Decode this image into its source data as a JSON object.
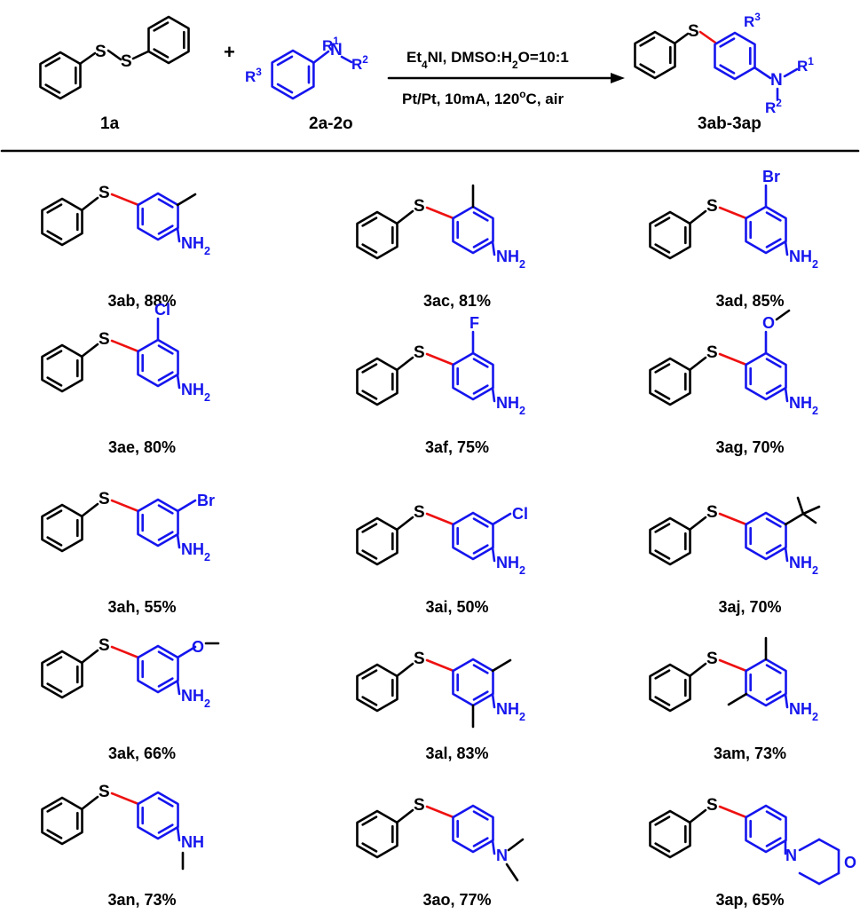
{
  "colors": {
    "black": "#000000",
    "blue": "#1515ee",
    "red": "#ee1111"
  },
  "header": {
    "reagent1_label": "1a",
    "reagent2_label": "2a-2o",
    "product_label": "3ab-3ap",
    "plus": "+",
    "r1": "R",
    "r1_sup": "1",
    "r2": "R",
    "r2_sup": "2",
    "r3": "R",
    "r3_sup": "3",
    "cond_top_pre": "Et",
    "cond_top_sub": "4",
    "cond_top_post": "NI, DMSO:H",
    "cond_top_sub2": "2",
    "cond_top_end": "O=10:1",
    "cond_bottom_pre": "Pt/Pt, 10mA, 120",
    "cond_bottom_deg": "o",
    "cond_bottom_post": "C, air"
  },
  "atoms": {
    "S": "S",
    "N": "N",
    "NH2": "NH",
    "NH2_sub": "2",
    "NH": "NH",
    "Br": "Br",
    "Cl": "Cl",
    "F": "F",
    "O": "O"
  },
  "products": [
    {
      "label": "3ab, 88%"
    },
    {
      "label": "3ac, 81%"
    },
    {
      "label": "3ad, 85%"
    },
    {
      "label": "3ae, 80%"
    },
    {
      "label": "3af, 75%"
    },
    {
      "label": "3ag, 70%"
    },
    {
      "label": "3ah, 55%"
    },
    {
      "label": "3ai, 50%"
    },
    {
      "label": "3aj, 70%"
    },
    {
      "label": "3ak, 66%"
    },
    {
      "label": "3al, 83%"
    },
    {
      "label": "3am, 73%"
    },
    {
      "label": "3an, 73%"
    },
    {
      "label": "3ao, 77%"
    },
    {
      "label": "3ap, 65%"
    }
  ]
}
